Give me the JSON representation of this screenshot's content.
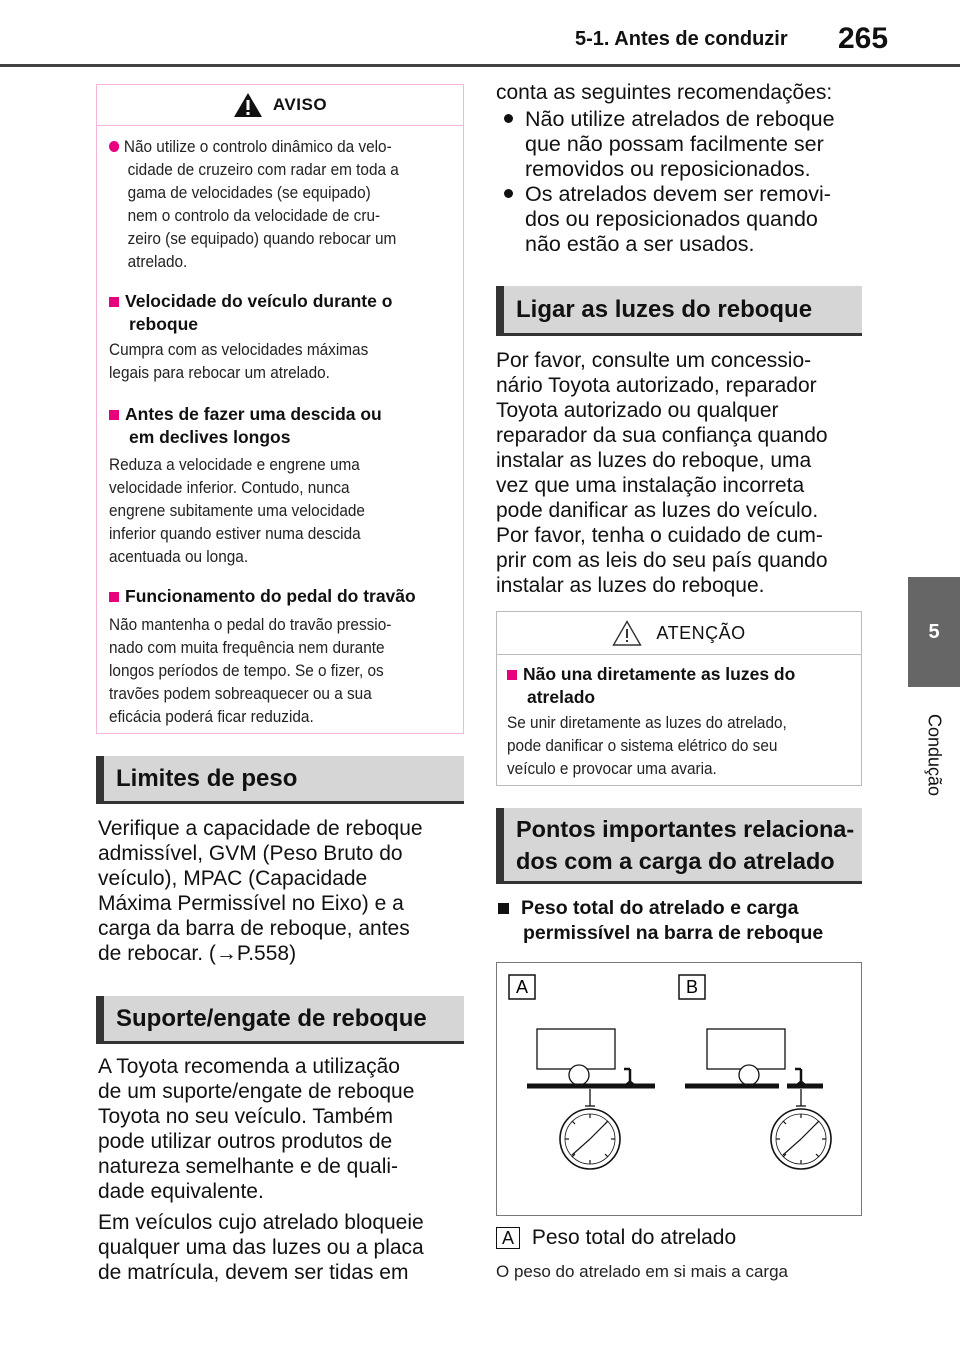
{
  "header": {
    "section": "5-1. Antes de conduzir",
    "page": "265"
  },
  "side": {
    "chapter_number": "5",
    "chapter_label": "Condução"
  },
  "aviso": {
    "title": "AVISO",
    "bullet": "Não utilize o controlo dinâmico da velocidade de cruzeiro com radar em toda a gama de velocidades (se equipado) nem o controlo da velocidade de cruzeiro (se equipado) quando rebocar um atrelado.",
    "bullet_lines": [
      "Não utilize o controlo dinâmico da velo-",
      "cidade de cruzeiro com radar em toda a",
      "gama de velocidades (se equipado)",
      "nem o controlo da velocidade de cru-",
      "zeiro (se equipado) quando rebocar um",
      "atrelado."
    ],
    "sections": [
      {
        "title_lines": [
          "Velocidade do veículo durante o",
          "reboque"
        ],
        "text_lines": [
          "Cumpra com as velocidades máximas",
          "legais para rebocar um atrelado."
        ]
      },
      {
        "title_lines": [
          "Antes de fazer uma descida ou",
          "em declives longos"
        ],
        "text_lines": [
          "Reduza a velocidade e engrene uma",
          "velocidade inferior. Contudo, nunca",
          "engrene subitamente uma velocidade",
          "inferior quando estiver numa descida",
          "acentuada ou longa."
        ]
      },
      {
        "title_lines": [
          "Funcionamento do pedal do travão"
        ],
        "text_lines": [
          "Não mantenha o pedal do travão pressio-",
          "nado com muita frequência nem durante",
          "longos períodos de tempo. Se o fizer, os",
          "travões podem sobreaquecer ou a sua",
          "eficácia poderá ficar reduzida."
        ]
      }
    ]
  },
  "limites": {
    "heading": "Limites de peso",
    "lines": [
      "Verifique a capacidade de reboque",
      "admissível, GVM (Peso Bruto do",
      "veículo), MPAC (Capacidade",
      "Máxima Permissível no Eixo) e a",
      "carga da barra de reboque, antes",
      "de rebocar. (→P.558)"
    ]
  },
  "suporte": {
    "heading": "Suporte/engate de reboque",
    "lines": [
      "A Toyota recomenda a utilização",
      "de um suporte/engate de reboque",
      "Toyota no seu veículo. Também",
      "pode utilizar outros produtos de",
      "natureza semelhante e de quali-",
      "dade equivalente.",
      "Em veículos cujo atrelado bloqueie",
      "qualquer uma das luzes ou a placa",
      "de matrícula, devem ser tidas em"
    ]
  },
  "right_top": {
    "intro": "conta as seguintes recomendações:",
    "bullets": [
      [
        "Não utilize atrelados de reboque",
        "que não possam facilmente ser",
        "removidos ou reposicionados."
      ],
      [
        "Os atrelados devem ser removi-",
        "dos ou reposicionados quando",
        "não estão a ser usados."
      ]
    ]
  },
  "luzes": {
    "heading": "Ligar as luzes do reboque",
    "lines": [
      "Por favor, consulte um concessio-",
      "nário Toyota autorizado, reparador",
      "Toyota autorizado ou qualquer",
      "reparador da sua confiança quando",
      "instalar as luzes do reboque, uma",
      "vez que uma instalação incorreta",
      "pode danificar as luzes do veículo.",
      "Por favor, tenha o cuidado de cum-",
      "prir com as leis do seu país quando",
      "instalar as luzes do reboque."
    ]
  },
  "atencao": {
    "title": "ATENÇÃO",
    "title_lines": [
      "Não una diretamente as luzes do",
      "atrelado"
    ],
    "text_lines": [
      "Se unir diretamente as luzes do atrelado,",
      "pode danificar o sistema elétrico do seu",
      "veículo e provocar uma avaria."
    ]
  },
  "pontos": {
    "heading_lines": [
      "Pontos importantes relaciona-",
      "dos com a carga do atrelado"
    ],
    "sub_lines": [
      "Peso total do atrelado e carga",
      "permissível na barra de reboque"
    ]
  },
  "diagram": {
    "label_a": "A",
    "label_b": "B"
  },
  "legend": {
    "label": "A",
    "text": "Peso total do atrelado",
    "desc": "O peso do atrelado em si mais a carga"
  }
}
